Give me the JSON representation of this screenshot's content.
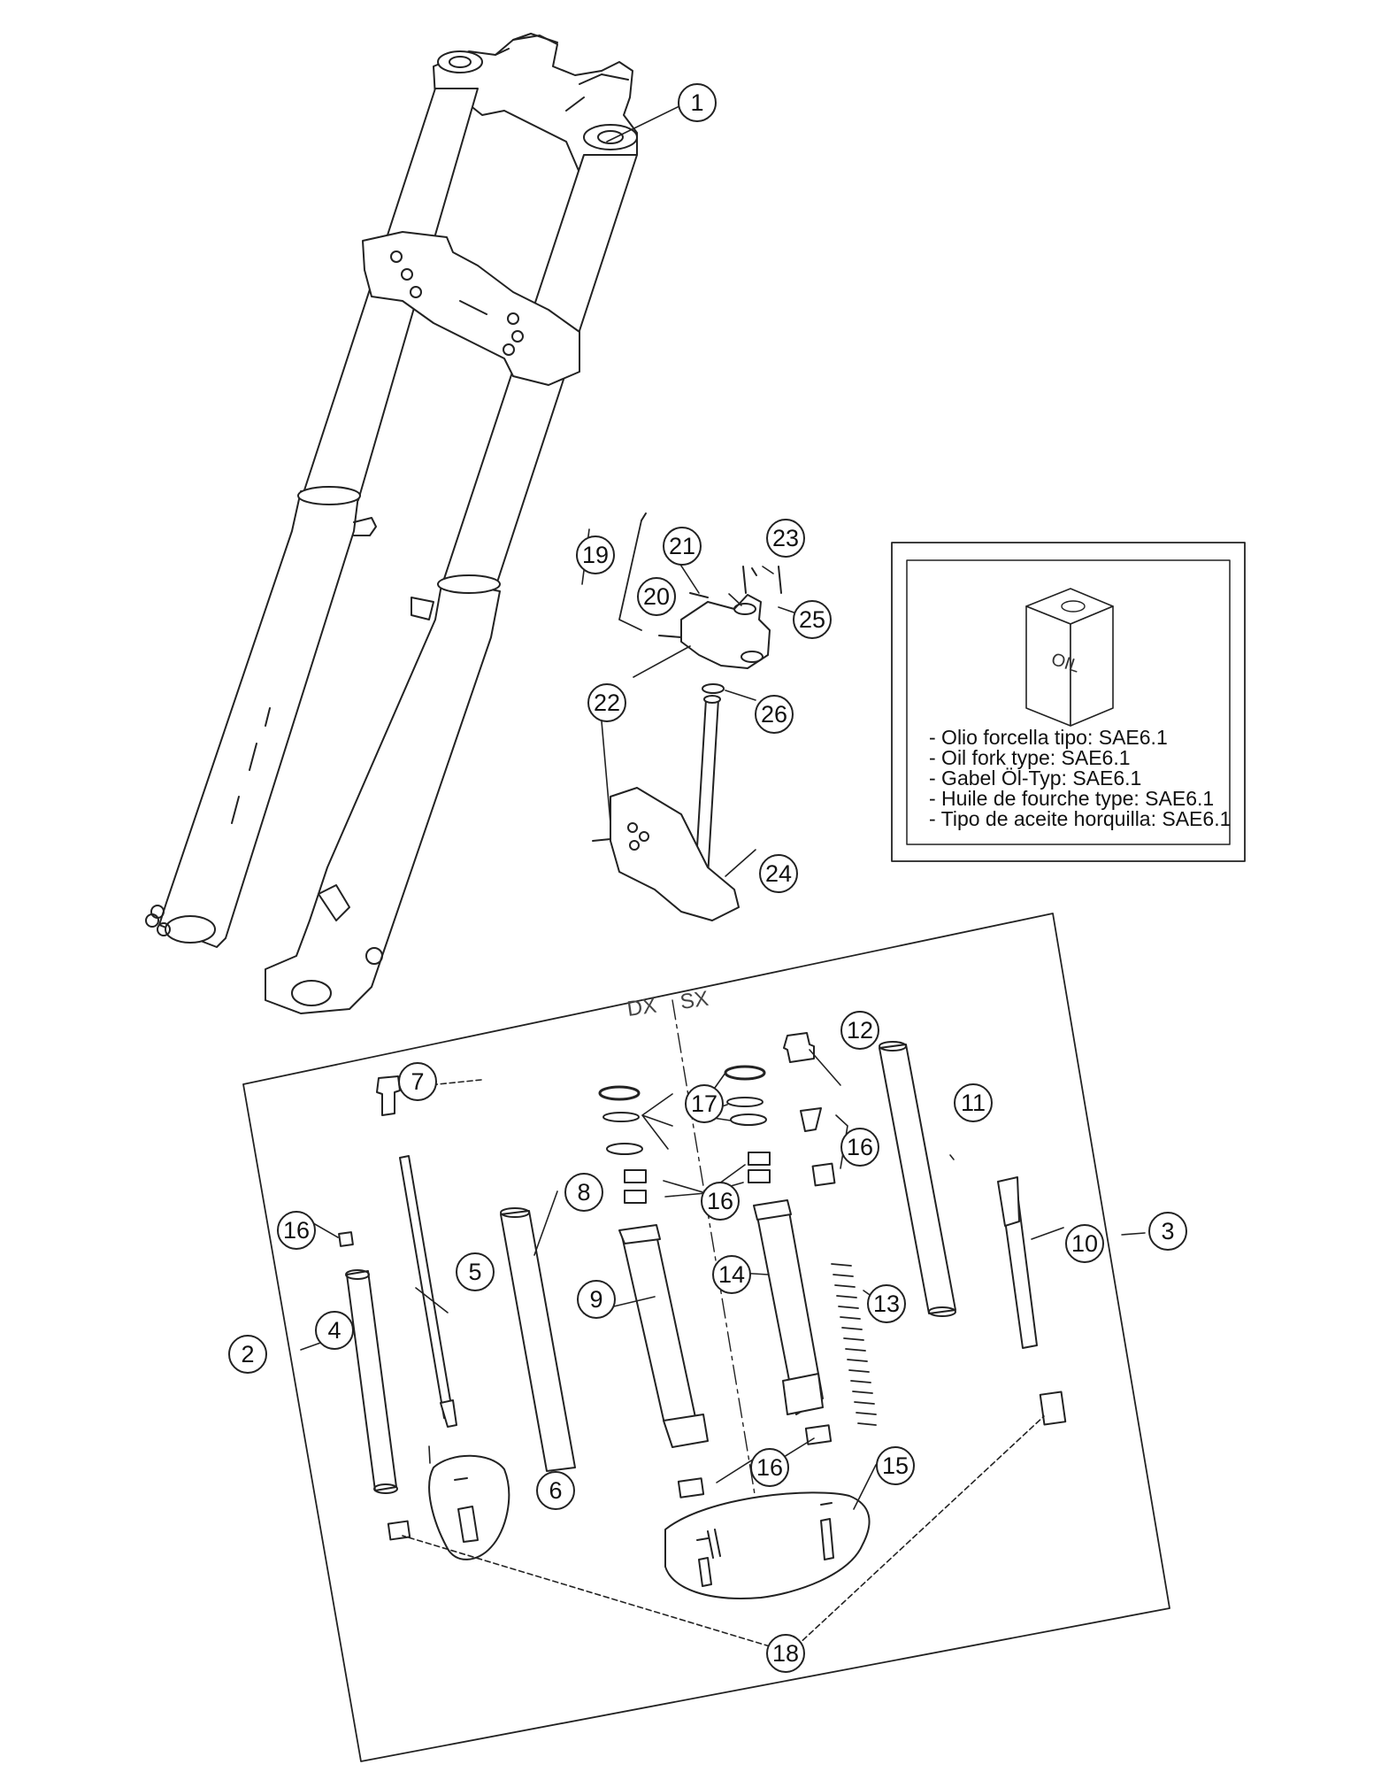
{
  "callouts": [
    {
      "id": "c1",
      "label": "1"
    },
    {
      "id": "c2",
      "label": "2"
    },
    {
      "id": "c3",
      "label": "3"
    },
    {
      "id": "c4",
      "label": "4"
    },
    {
      "id": "c5",
      "label": "5"
    },
    {
      "id": "c6",
      "label": "6"
    },
    {
      "id": "c7",
      "label": "7"
    },
    {
      "id": "c8",
      "label": "8"
    },
    {
      "id": "c9",
      "label": "9"
    },
    {
      "id": "c10",
      "label": "10"
    },
    {
      "id": "c11",
      "label": "11"
    },
    {
      "id": "c12",
      "label": "12"
    },
    {
      "id": "c13",
      "label": "13"
    },
    {
      "id": "c14",
      "label": "14"
    },
    {
      "id": "c15",
      "label": "15"
    },
    {
      "id": "c16a",
      "label": "16"
    },
    {
      "id": "c16b",
      "label": "16"
    },
    {
      "id": "c16c",
      "label": "16"
    },
    {
      "id": "c16d",
      "label": "16"
    },
    {
      "id": "c17",
      "label": "17"
    },
    {
      "id": "c18",
      "label": "18"
    },
    {
      "id": "c19",
      "label": "19"
    },
    {
      "id": "c20",
      "label": "20"
    },
    {
      "id": "c21",
      "label": "21"
    },
    {
      "id": "c22",
      "label": "22"
    },
    {
      "id": "c23",
      "label": "23"
    },
    {
      "id": "c24",
      "label": "24"
    },
    {
      "id": "c25",
      "label": "25"
    },
    {
      "id": "c26",
      "label": "26"
    }
  ],
  "side_labels": {
    "right": "DX",
    "left": "SX"
  },
  "oil_box": {
    "can_label": "OIL",
    "notes": [
      "- Olio forcella tipo: SAE6.1",
      "- Oil fork type: SAE6.1",
      "- Gabel Öl-Typ: SAE6.1",
      "- Huile de fourche type: SAE6.1",
      "- Tipo de aceite horquilla: SAE6.1"
    ]
  },
  "colors": {
    "line": "#222222",
    "fill": "#ffffff",
    "callout_fill": "#ffffff"
  }
}
